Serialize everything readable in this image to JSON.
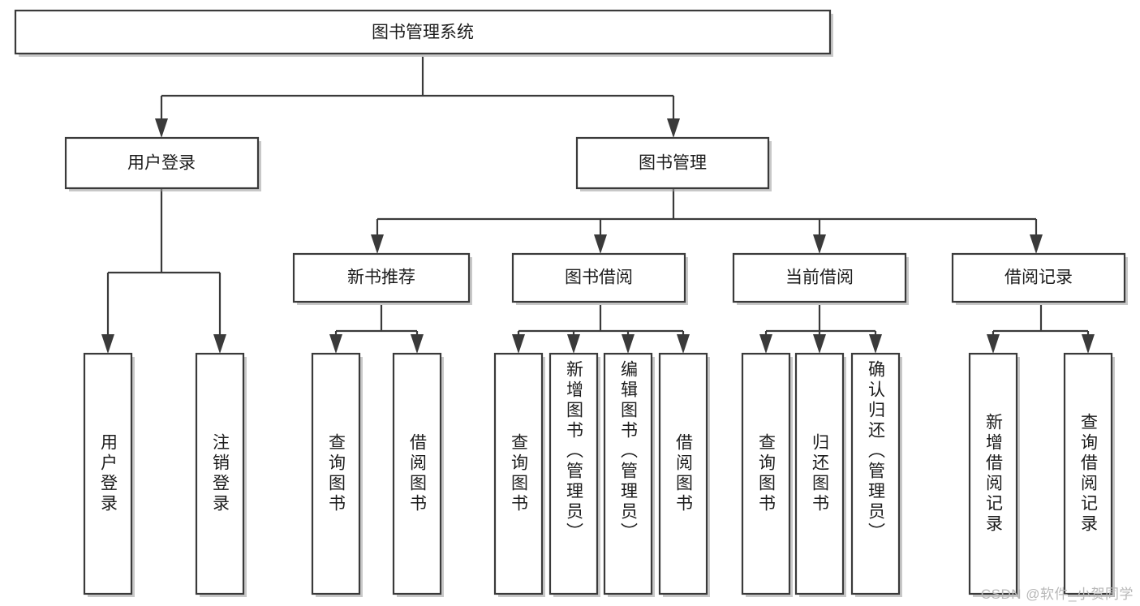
{
  "diagram": {
    "type": "tree",
    "title": "图书管理系统",
    "orientation": "top-down",
    "watermark": "CSDN @软件_小贺同学",
    "colors": {
      "box_fill": "#ffffff",
      "box_stroke": "#3a3a3a",
      "line": "#3a3a3a",
      "text": "#1c1c1c",
      "watermark": "#b7b7b7",
      "background": "#ffffff"
    },
    "root": {
      "id": "root",
      "label": "图书管理系统"
    },
    "level2": [
      {
        "id": "user-login",
        "label": "用户登录"
      },
      {
        "id": "book-manage",
        "label": "图书管理"
      }
    ],
    "level3": [
      {
        "id": "new-book-rec",
        "label": "新书推荐",
        "parent": "book-manage"
      },
      {
        "id": "book-borrow",
        "label": "图书借阅",
        "parent": "book-manage"
      },
      {
        "id": "current-borrow",
        "label": "当前借阅",
        "parent": "book-manage"
      },
      {
        "id": "borrow-record",
        "label": "借阅记录",
        "parent": "book-manage"
      }
    ],
    "leaves": [
      {
        "id": "leaf-user-login",
        "label": "用户登录",
        "parent": "user-login"
      },
      {
        "id": "leaf-user-logout",
        "label": "注销登录",
        "parent": "user-login"
      },
      {
        "id": "leaf-rec-query-book",
        "label": "查询图书",
        "parent": "new-book-rec"
      },
      {
        "id": "leaf-rec-borrow-book",
        "label": "借阅图书",
        "parent": "new-book-rec"
      },
      {
        "id": "leaf-borrow-query-book",
        "label": "查询图书",
        "parent": "book-borrow"
      },
      {
        "id": "leaf-borrow-add-book",
        "label": "新增图书（管理员）",
        "parent": "book-borrow"
      },
      {
        "id": "leaf-borrow-edit-book",
        "label": "编辑图书（管理员）",
        "parent": "book-borrow"
      },
      {
        "id": "leaf-borrow-borrow-book",
        "label": "借阅图书",
        "parent": "book-borrow"
      },
      {
        "id": "leaf-cur-query-book",
        "label": "查询图书",
        "parent": "current-borrow"
      },
      {
        "id": "leaf-cur-return-book",
        "label": "归还图书",
        "parent": "current-borrow"
      },
      {
        "id": "leaf-cur-confirm-return",
        "label": "确认归还（管理员）",
        "parent": "current-borrow"
      },
      {
        "id": "leaf-rec-add-record",
        "label": "新增借阅记录",
        "parent": "borrow-record"
      },
      {
        "id": "leaf-rec-query-record",
        "label": "查询借阅记录",
        "parent": "borrow-record"
      }
    ]
  }
}
